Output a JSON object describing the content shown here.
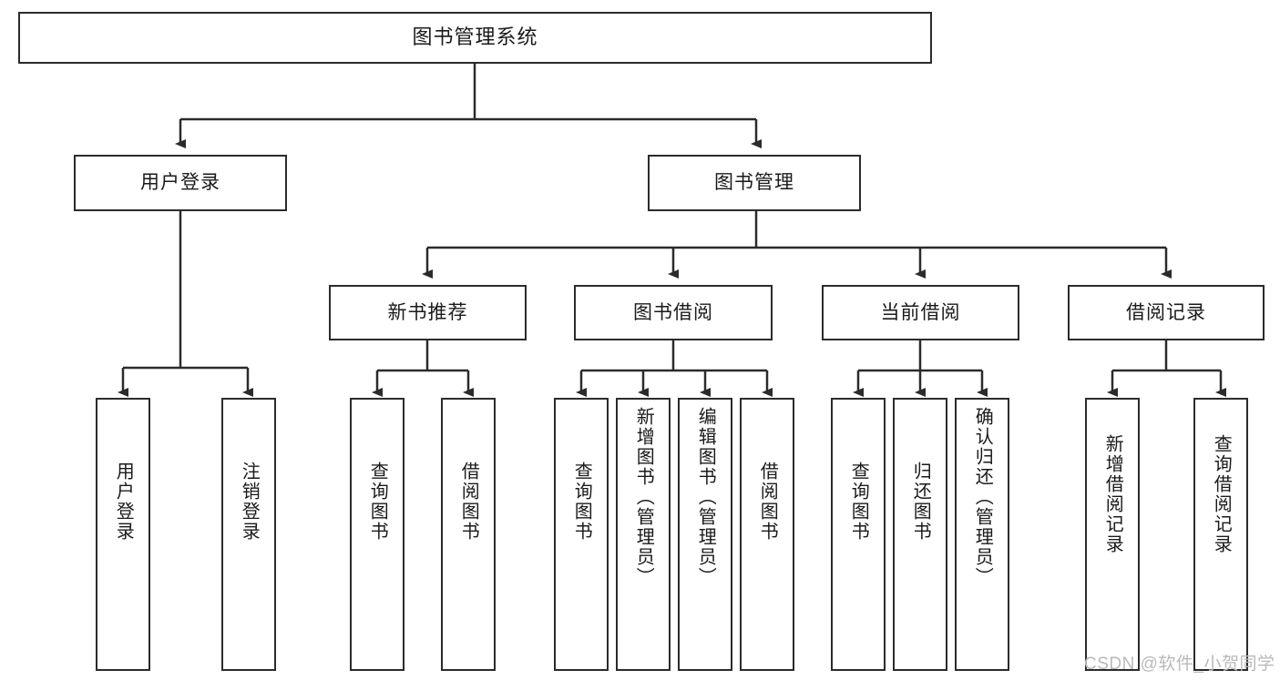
{
  "diagram": {
    "type": "tree",
    "title": "图书管理系统",
    "orientation": "top-down",
    "colors": {
      "box_border": "#2b2b2b",
      "box_fill": "#ffffff",
      "edge": "#2b2b2b",
      "text": "#1a1a1a",
      "watermark": "#b9b9b9"
    }
  },
  "root": {
    "label": "图书管理系统"
  },
  "level2": [
    {
      "label": "用户登录"
    },
    {
      "label": "图书管理"
    }
  ],
  "level3": [
    {
      "label": "新书推荐"
    },
    {
      "label": "图书借阅"
    },
    {
      "label": "当前借阅"
    },
    {
      "label": "借阅记录"
    }
  ],
  "leaves": {
    "user_login": [
      {
        "label": "用户登录"
      },
      {
        "label": "注销登录"
      }
    ],
    "new_book": [
      {
        "label": "查询图书"
      },
      {
        "label": "借阅图书"
      }
    ],
    "book_borrow": [
      {
        "label": "查询图书"
      },
      {
        "label": "新增图书（管理员）"
      },
      {
        "label": "编辑图书（管理员）"
      },
      {
        "label": "借阅图书"
      }
    ],
    "current_borrow": [
      {
        "label": "查询图书"
      },
      {
        "label": "归还图书"
      },
      {
        "label": "确认归还（管理员）"
      }
    ],
    "borrow_record": [
      {
        "label": "新增借阅记录"
      },
      {
        "label": "查询借阅记录"
      }
    ]
  },
  "watermark": {
    "text": "CSDN @软件_小贺同学"
  }
}
